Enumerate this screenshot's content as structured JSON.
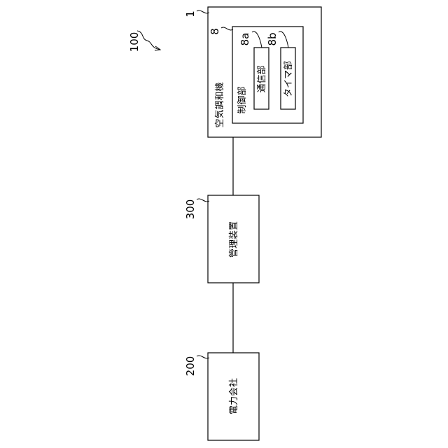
{
  "system": {
    "ref": "100"
  },
  "air_conditioner": {
    "ref": "1",
    "label": "空気調和機"
  },
  "controller": {
    "ref": "8",
    "label": "制御部"
  },
  "communication_unit": {
    "ref": "8a",
    "label": "通信部"
  },
  "timer_unit": {
    "ref": "8b",
    "label": "タイマ部"
  },
  "management_device": {
    "ref": "300",
    "label": "管理装置"
  },
  "power_company": {
    "ref": "200",
    "label": "電力会社"
  }
}
